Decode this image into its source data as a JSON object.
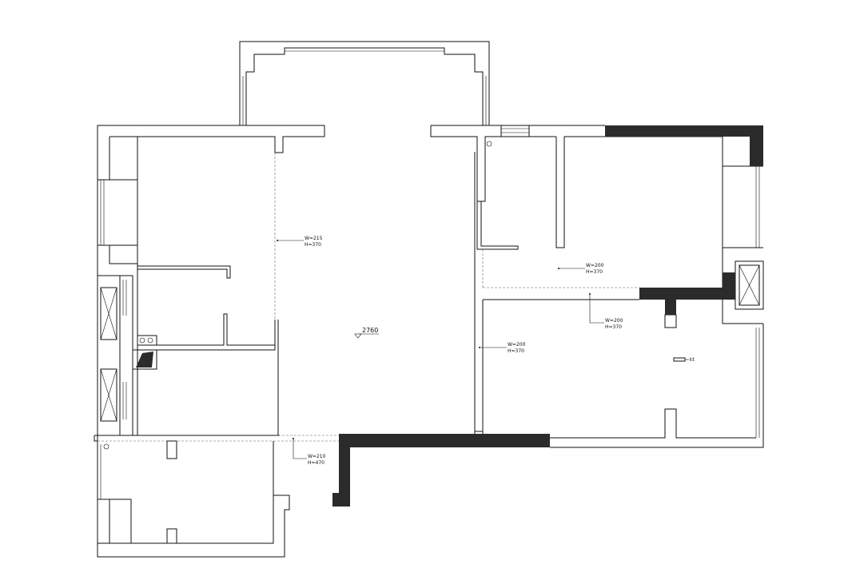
{
  "plan": {
    "level_mark": "2760",
    "annotations": [
      {
        "id": "a1",
        "w": "W=215",
        "h": "H=370"
      },
      {
        "id": "a2",
        "w": "W=200",
        "h": "H=370"
      },
      {
        "id": "a3",
        "w": "W=200",
        "h": "H=370"
      },
      {
        "id": "a4",
        "w": "W=200",
        "h": "H=370"
      },
      {
        "id": "a5",
        "w": "W=210",
        "h": "H=470"
      }
    ],
    "tag_label": "kt"
  }
}
